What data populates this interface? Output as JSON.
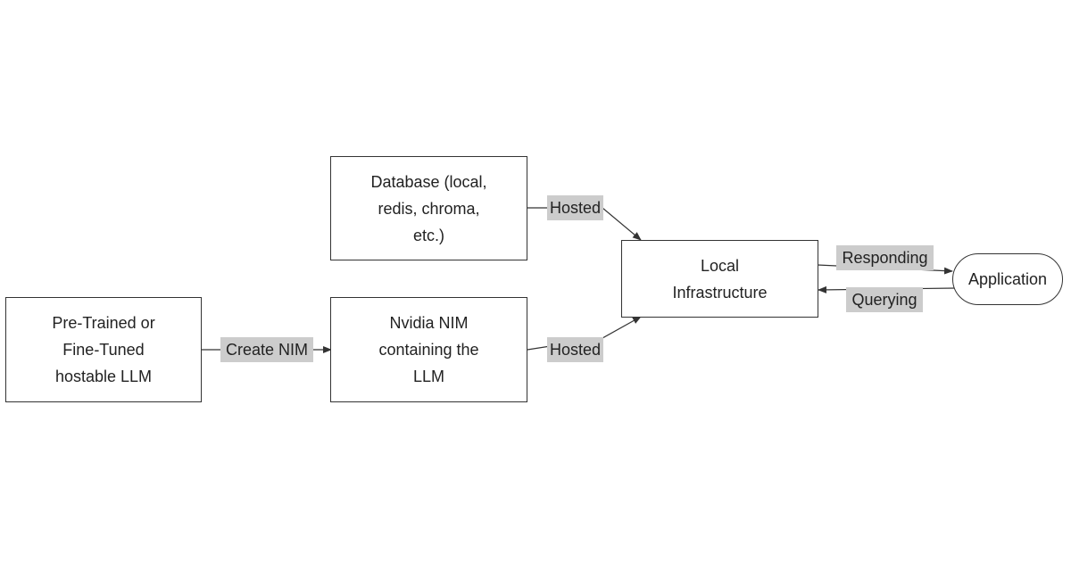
{
  "nodes": {
    "llm": {
      "lines": [
        "Pre-Trained or",
        "Fine-Tuned",
        "hostable LLM"
      ]
    },
    "database": {
      "lines": [
        "Database (local,",
        "redis, chroma,",
        "etc.)"
      ]
    },
    "nim": {
      "lines": [
        "Nvidia NIM",
        "containing the",
        "LLM"
      ]
    },
    "infrastructure": {
      "lines": [
        "Local",
        "Infrastructure"
      ]
    },
    "application": {
      "lines": [
        "Application"
      ]
    }
  },
  "edges": {
    "create_nim": "Create NIM",
    "hosted_database": "Hosted",
    "hosted_nim": "Hosted",
    "responding": "Responding",
    "querying": "Querying"
  },
  "colors": {
    "stroke": "#333333",
    "label_bg": "#cccccc",
    "text": "#222222"
  }
}
